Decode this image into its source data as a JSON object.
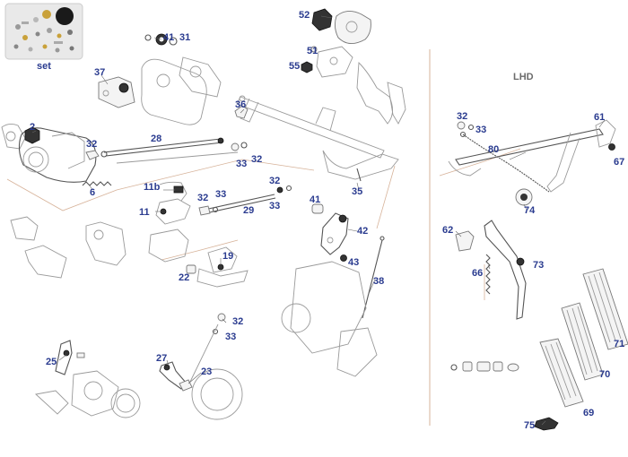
{
  "diagram": {
    "kit_label": "set",
    "region_label": "LHD",
    "colors": {
      "label": "#2a3b8f",
      "outline": "#9a9a9a",
      "guide": "#d7b39a",
      "divider": "#d7b39a"
    },
    "callouts": [
      {
        "id": "c52",
        "text": "52"
      },
      {
        "id": "c41a",
        "text": "41"
      },
      {
        "id": "c31",
        "text": "31"
      },
      {
        "id": "c51",
        "text": "51"
      },
      {
        "id": "c55",
        "text": "55"
      },
      {
        "id": "c37",
        "text": "37"
      },
      {
        "id": "c36",
        "text": "36"
      },
      {
        "id": "c2",
        "text": "2"
      },
      {
        "id": "c28",
        "text": "28"
      },
      {
        "id": "c32a",
        "text": "32"
      },
      {
        "id": "c32b",
        "text": "32"
      },
      {
        "id": "c33a",
        "text": "33"
      },
      {
        "id": "c6",
        "text": "6"
      },
      {
        "id": "c11b",
        "text": "11b"
      },
      {
        "id": "c11",
        "text": "11"
      },
      {
        "id": "c32c",
        "text": "32"
      },
      {
        "id": "c33b",
        "text": "33"
      },
      {
        "id": "c29",
        "text": "29"
      },
      {
        "id": "c32d",
        "text": "32"
      },
      {
        "id": "c33c",
        "text": "33"
      },
      {
        "id": "c35",
        "text": "35"
      },
      {
        "id": "c41b",
        "text": "41"
      },
      {
        "id": "c42",
        "text": "42"
      },
      {
        "id": "c43",
        "text": "43"
      },
      {
        "id": "c19",
        "text": "19"
      },
      {
        "id": "c22",
        "text": "22"
      },
      {
        "id": "c38",
        "text": "38"
      },
      {
        "id": "c32e",
        "text": "32"
      },
      {
        "id": "c33d",
        "text": "33"
      },
      {
        "id": "c25",
        "text": "25"
      },
      {
        "id": "c27",
        "text": "27"
      },
      {
        "id": "c23",
        "text": "23"
      },
      {
        "id": "c32f",
        "text": "32"
      },
      {
        "id": "c33e",
        "text": "33"
      },
      {
        "id": "c80",
        "text": "80"
      },
      {
        "id": "c61",
        "text": "61"
      },
      {
        "id": "c67",
        "text": "67"
      },
      {
        "id": "c74",
        "text": "74"
      },
      {
        "id": "c62",
        "text": "62"
      },
      {
        "id": "c73",
        "text": "73"
      },
      {
        "id": "c66",
        "text": "66"
      },
      {
        "id": "c71",
        "text": "71"
      },
      {
        "id": "c70",
        "text": "70"
      },
      {
        "id": "c69",
        "text": "69"
      },
      {
        "id": "c75",
        "text": "75"
      }
    ]
  }
}
